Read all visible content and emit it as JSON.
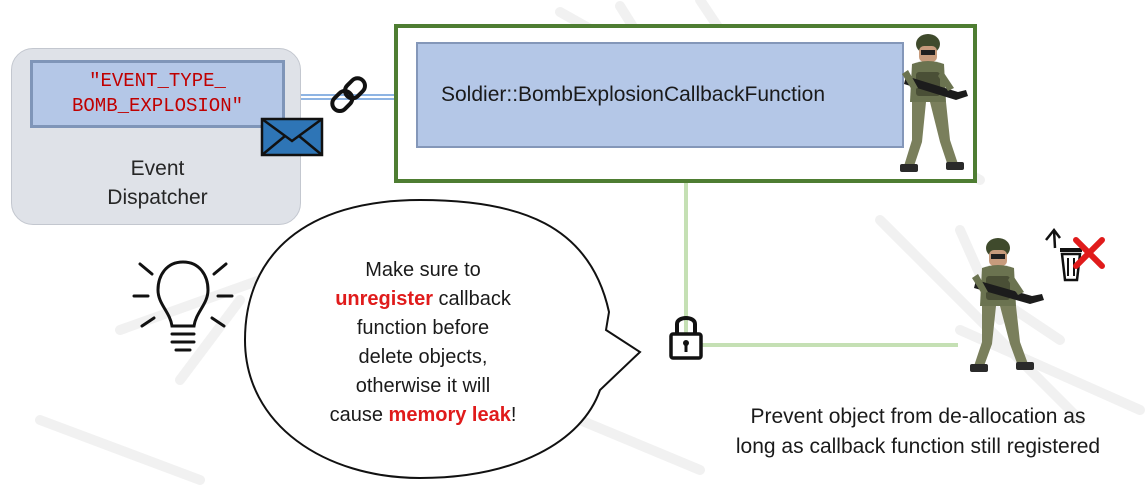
{
  "dispatcher": {
    "event_name": "\"EVENT_TYPE_\nBOMB_EXPLOSION\"",
    "label_line1": "Event",
    "label_line2": "Dispatcher"
  },
  "subscriber": {
    "callback_name": "Soldier::BombExplosionCallbackFunction"
  },
  "tip": {
    "line1": "Make sure to",
    "line2_emph": "unregister",
    "line2_rest": " callback",
    "line3": "function before",
    "line4": "delete objects,",
    "line5": "otherwise it will",
    "line6_start": "cause ",
    "line6_emph": "memory leak",
    "line6_end": "!"
  },
  "caption": {
    "line1": "Prevent object from de-allocation as",
    "line2": "long as callback function still registered"
  },
  "colors": {
    "node_fill": "#b4c7e7",
    "frame_green": "#4e7d32",
    "wire_light_green": "#c5e0b4",
    "emphasis_red": "#e01b1b",
    "event_text_red": "#c00000",
    "envelope_blue": "#2e75b6"
  },
  "icons": [
    "link-chain-icon",
    "envelope-icon",
    "lightbulb-icon",
    "padlock-icon",
    "trash-delete-icon",
    "soldier-figure"
  ]
}
